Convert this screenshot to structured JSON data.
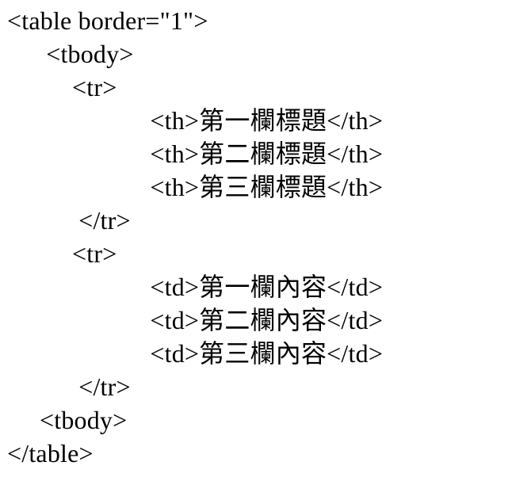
{
  "colors": {
    "background": "#ffffff",
    "text": "#000000"
  },
  "code": {
    "language": "html-source-listing",
    "lines": [
      "<table border=\"1\">",
      "      <tbody>",
      "          <tr>",
      "                      <th>第一欄標題</th>",
      "                      <th>第二欄標題</th>",
      "                      <th>第三欄標題</th>",
      "           </tr>",
      "          <tr>",
      "                      <td>第一欄內容</td>",
      "                      <td>第二欄內容</td>",
      "                      <td>第三欄內容</td>",
      "           </tr>",
      "     <tbody>",
      "</table>"
    ]
  }
}
